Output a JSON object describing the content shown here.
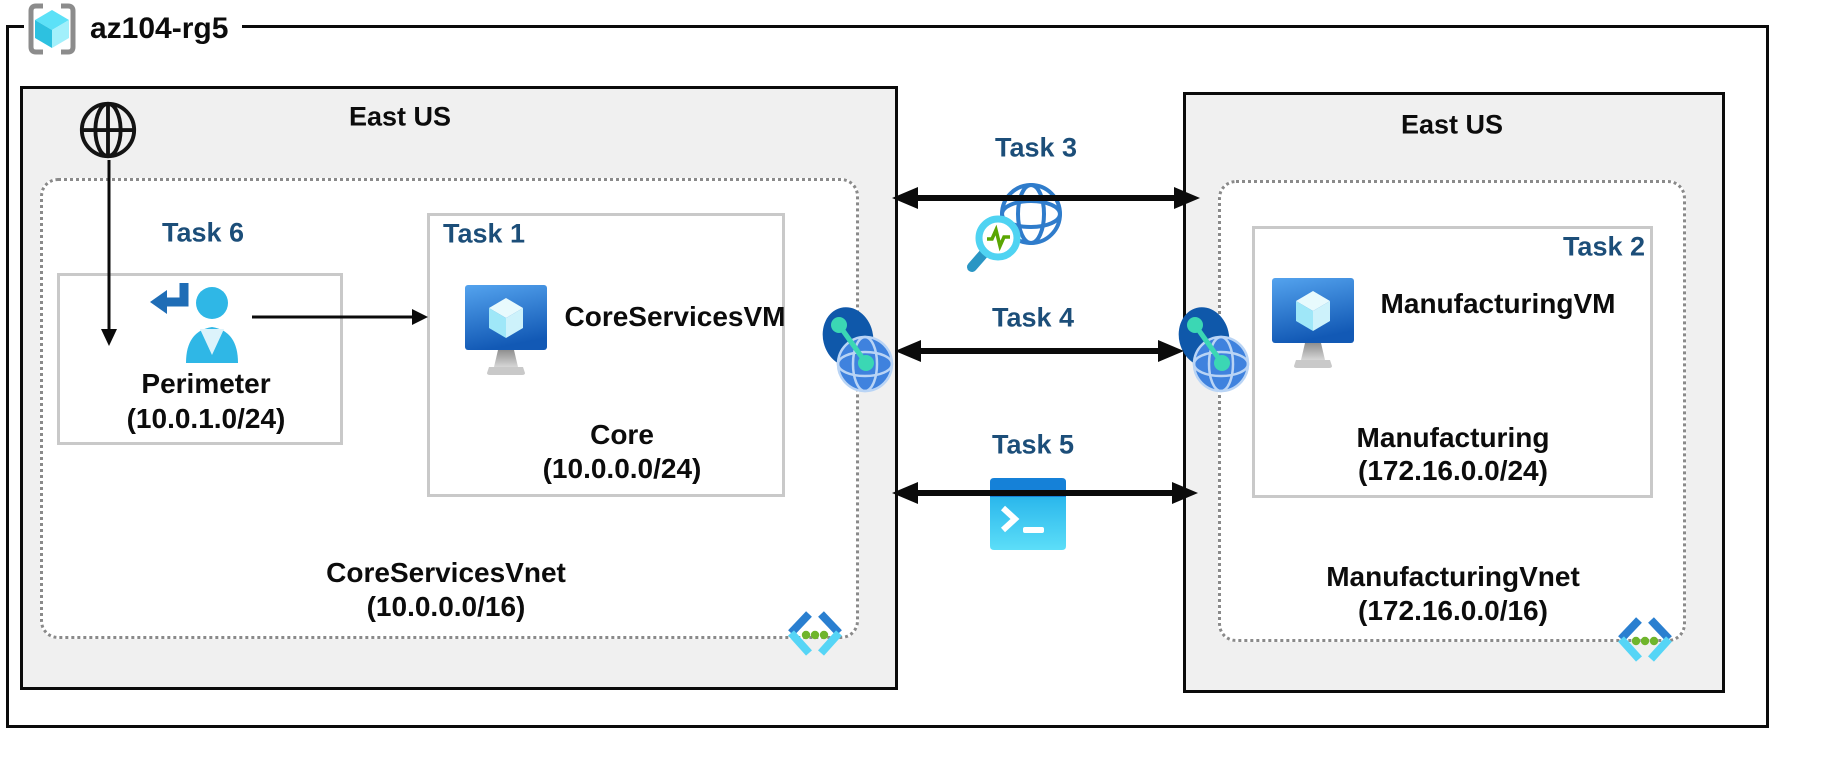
{
  "resource_group": {
    "label": "az104-rg5"
  },
  "regions": {
    "left": {
      "title": "East US",
      "task6_label": "Task 6",
      "perimeter_name": "Perimeter",
      "perimeter_cidr": "(10.0.1.0/24)",
      "task1_label": "Task 1",
      "vm_name": "CoreServicesVM",
      "subnet_name": "Core",
      "subnet_cidr": "(10.0.0.0/24)",
      "vnet_name": "CoreServicesVnet",
      "vnet_cidr": "(10.0.0.0/16)"
    },
    "right": {
      "title": "East US",
      "task2_label": "Task 2",
      "vm_name": "ManufacturingVM",
      "subnet_name": "Manufacturing",
      "subnet_cidr": "(172.16.0.0/24)",
      "vnet_name": "ManufacturingVnet",
      "vnet_cidr": "(172.16.0.0/16)"
    }
  },
  "connections": {
    "task3_label": "Task 3",
    "task4_label": "Task 4",
    "task5_label": "Task 5"
  },
  "icons": {
    "resource_group": "resource-group-bracket-cube-icon",
    "internet": "internet-globe-icon",
    "perimeter_user": "user-sign-in-icon",
    "vm": "virtual-machine-icon",
    "network_watcher": "network-watcher-globe-magnifier-icon",
    "peering": "vnet-peering-icon",
    "cloud_shell": "cloud-shell-terminal-icon",
    "subnet_code": "subnet-code-brackets-icon"
  },
  "colors": {
    "task_label": "#1C4E79",
    "region_bg": "#F0F0F0",
    "vnet_bg": "#FFFFFF",
    "outer_border": "#0B0B0B",
    "inner_box_border": "#C9C9C9",
    "dotted_border": "#8A8A8A",
    "cube_cyan": "#5CE1F7",
    "vm_blue": "#1259B5",
    "teal_dot": "#3BD7B4",
    "green_dot": "#6FB52C"
  }
}
